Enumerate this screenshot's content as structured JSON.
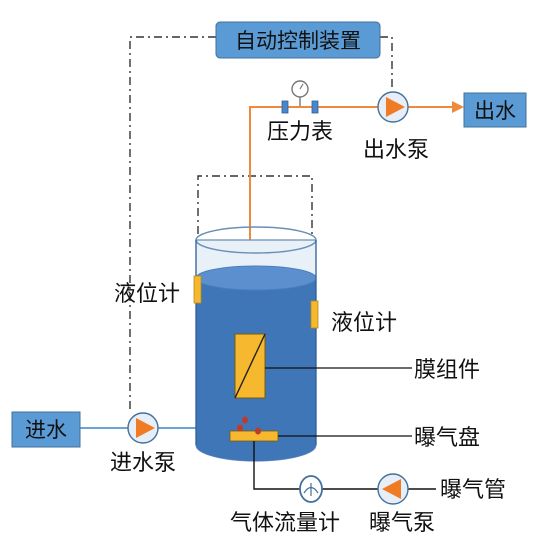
{
  "labels": {
    "control": "自动控制装置",
    "outlet_water": "出水",
    "pressure_gauge": "压力表",
    "outlet_pump": "出水泵",
    "level_gauge_left": "液位计",
    "level_gauge_right": "液位计",
    "membrane_module": "膜组件",
    "inlet_water": "进水",
    "inlet_pump": "进水泵",
    "aeration_disc": "曝气盘",
    "aeration_pipe": "曝气管",
    "gas_flowmeter": "气体流量计",
    "aeration_pump": "曝气泵"
  },
  "colors": {
    "box_fill": "#5b9bd5",
    "box_border": "#41719c",
    "water": "#3e76b8",
    "water_top": "#5b8fce",
    "pump": "#ef7c24",
    "pipe_orange": "#f08a3a",
    "membrane": "#f5b82e",
    "bubble": "#c0392b",
    "level_gauge": "#f5b82e"
  },
  "icons": [
    "pump-icon",
    "pressure-gauge-icon",
    "gas-flowmeter-icon"
  ]
}
